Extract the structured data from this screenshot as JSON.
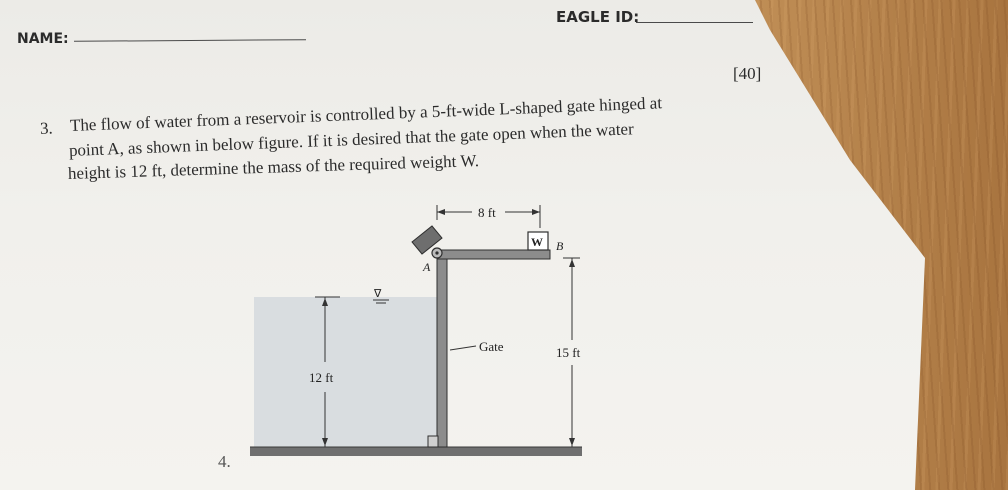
{
  "header": {
    "eagle_id_label": "EAGLE ID:",
    "name_label": "NAME:"
  },
  "points": "[40]",
  "problem": {
    "number": "3.",
    "lines": [
      "The flow of water from a reservoir is controlled by a 5-ft-wide L-shaped gate hinged at",
      "point A, as shown in below figure. If it is desired that the gate open when the water",
      "height is 12 ft, determine the mass of the required weight W."
    ]
  },
  "figure": {
    "dim_top": "8 ft",
    "weight_label": "W",
    "point_b": "B",
    "point_a": "A",
    "gate_label": "Gate",
    "dim_water": "12 ft",
    "dim_gate": "15 ft",
    "water_symbol": "∇"
  },
  "next_problem_number": "4."
}
